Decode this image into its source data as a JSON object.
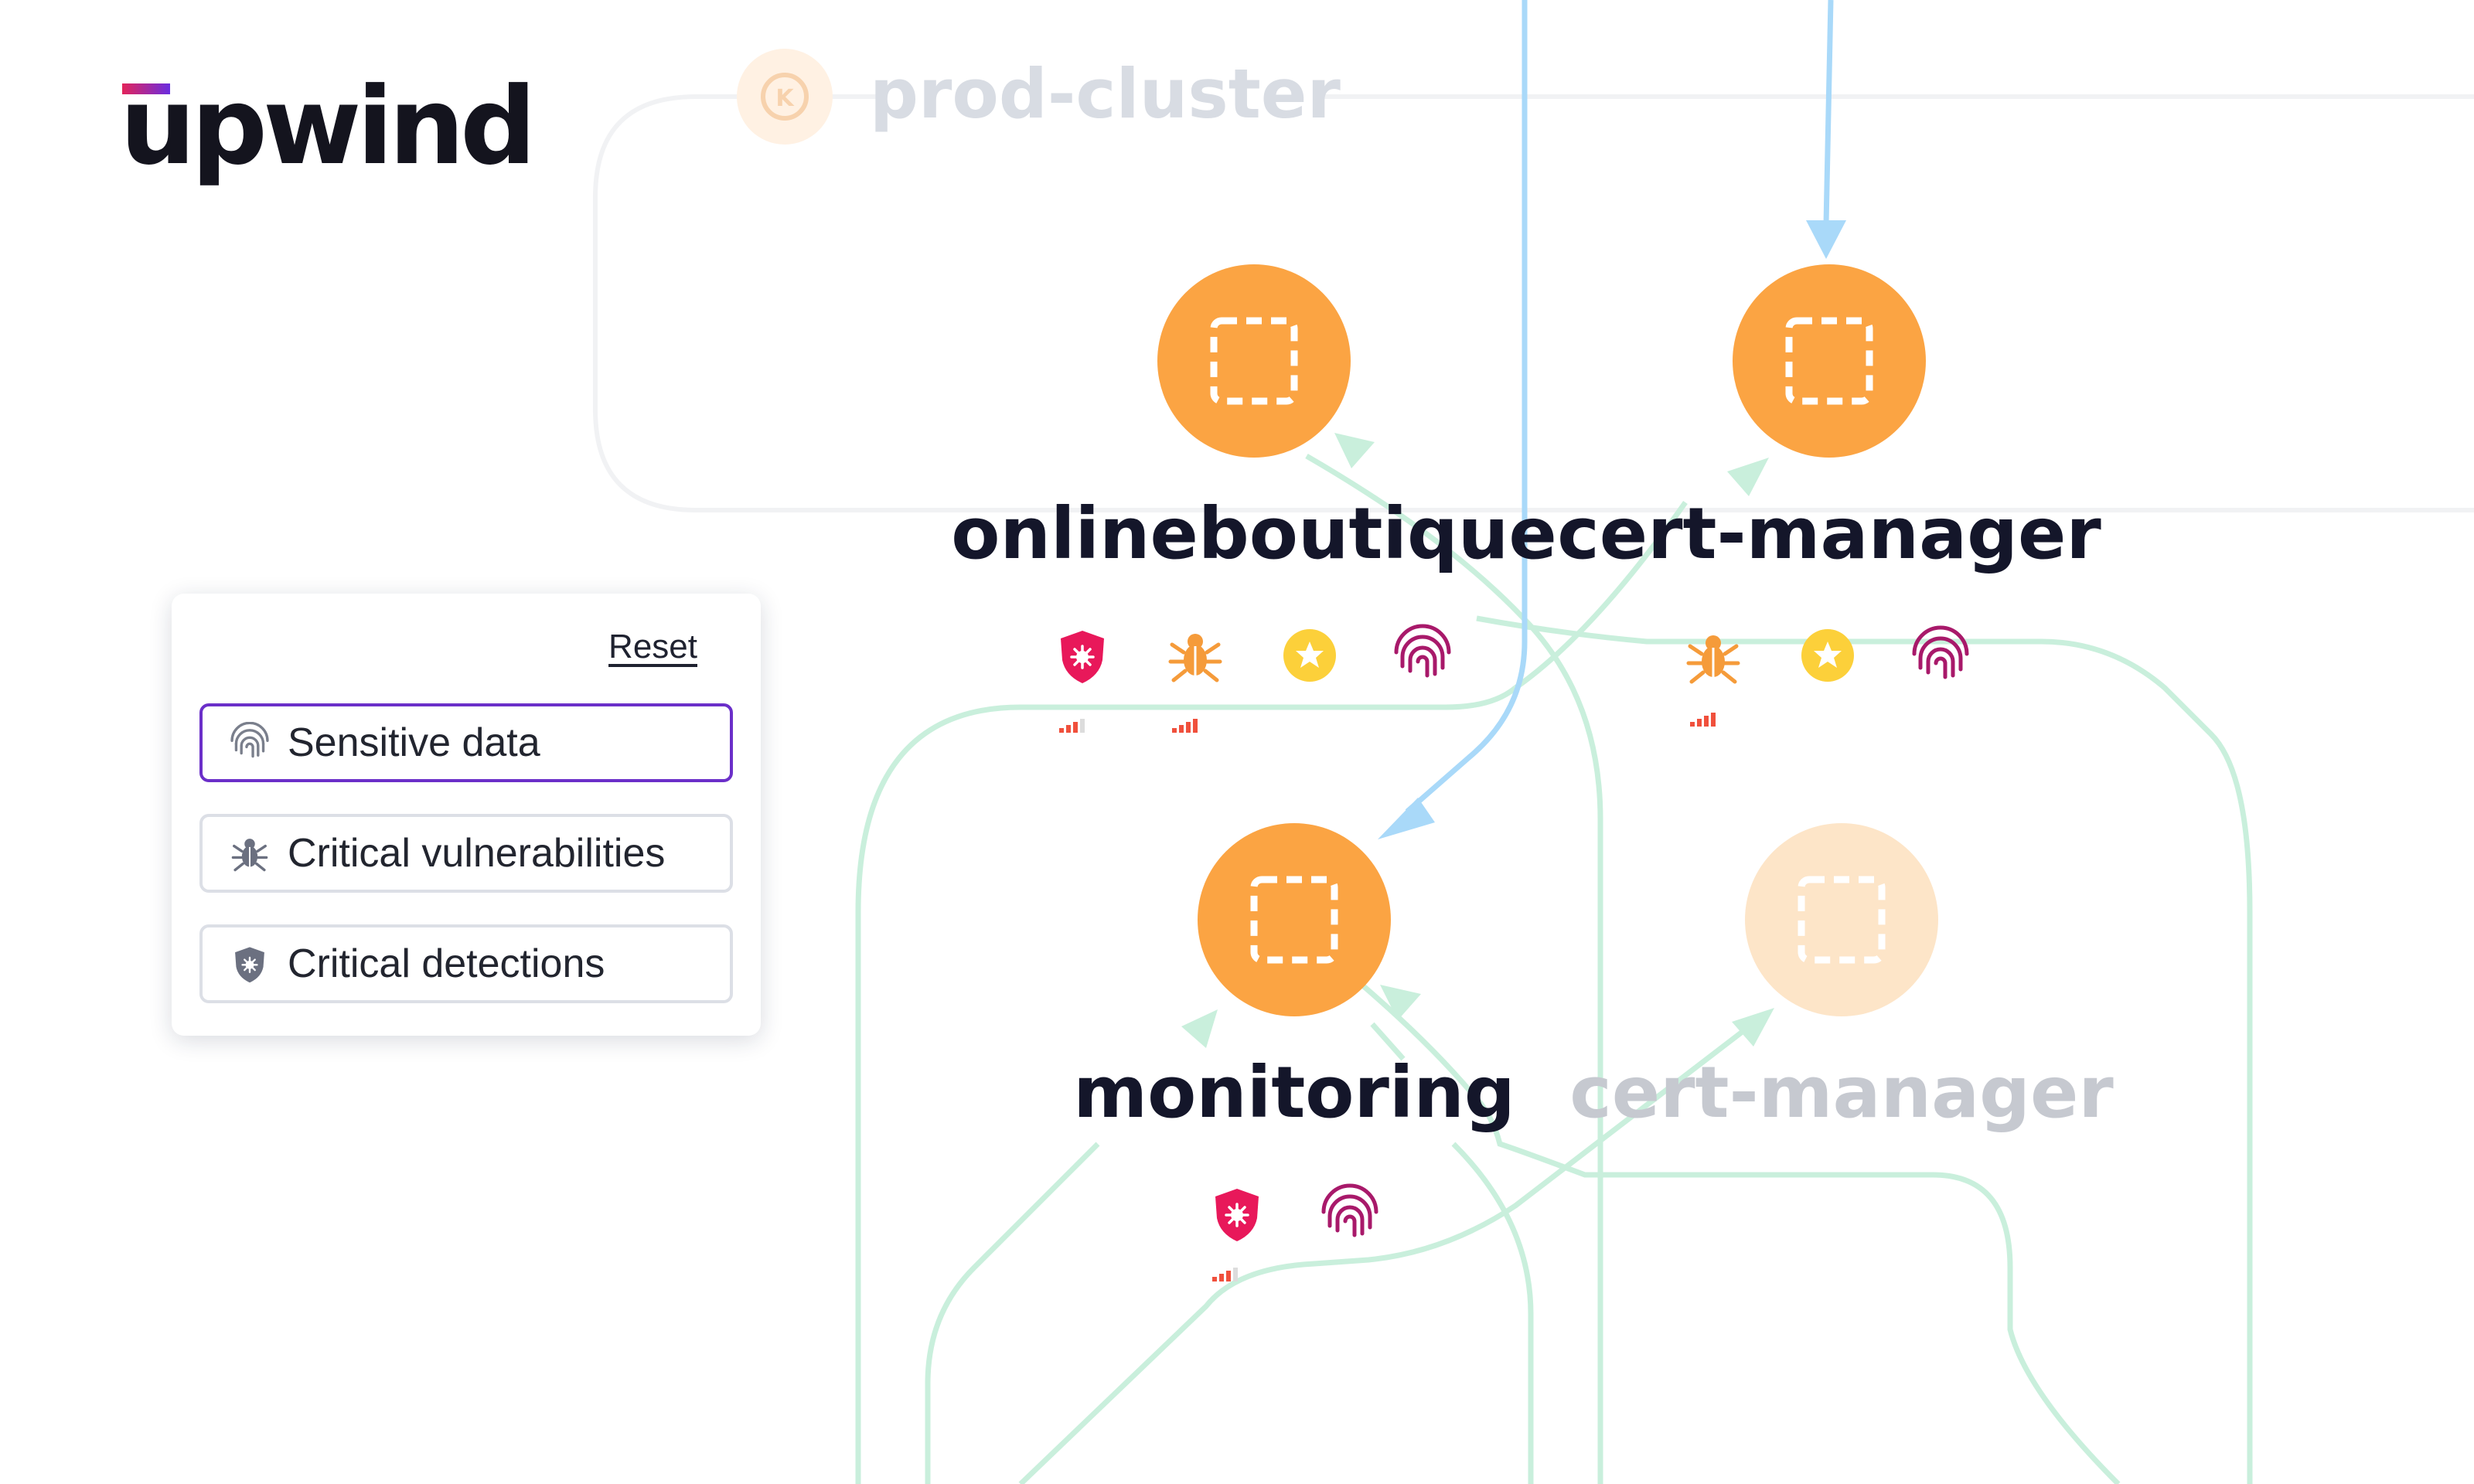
{
  "brand": {
    "name": "upwind"
  },
  "cluster": {
    "name": "prod-cluster"
  },
  "namespaces": [
    {
      "id": "onlineboutique",
      "label": "onlineboutique",
      "faded": false,
      "badges": [
        "detection-shield-icon",
        "vulnerability-bug-icon",
        "star-badge-icon",
        "fingerprint-icon"
      ]
    },
    {
      "id": "cert-manager",
      "label": "cert-manager",
      "faded": false,
      "badges": [
        "vulnerability-bug-icon",
        "star-badge-icon",
        "fingerprint-icon"
      ]
    },
    {
      "id": "monitoring",
      "label": "monitoring",
      "faded": false,
      "badges": [
        "detection-shield-icon",
        "fingerprint-icon"
      ]
    },
    {
      "id": "cert-manager-2",
      "label": "cert-manager",
      "faded": true,
      "badges": []
    }
  ],
  "filters": {
    "reset_label": "Reset",
    "items": [
      {
        "label": "Sensitive data",
        "icon": "fingerprint-icon",
        "active": true
      },
      {
        "label": "Critical vulnerabilities",
        "icon": "bug-icon",
        "active": false
      },
      {
        "label": "Critical detections",
        "icon": "shield-icon",
        "active": false
      }
    ]
  },
  "colors": {
    "node": "#fba443",
    "node_faded": "#fde5c8",
    "edge_green": "#c9efdc",
    "edge_blue": "#a9d9f9",
    "detection": "#e8185a",
    "vulnerability": "#f59b3a",
    "star": "#fcd03a",
    "fingerprint": "#a8196a",
    "filter_active_border": "#6b2fc9"
  }
}
